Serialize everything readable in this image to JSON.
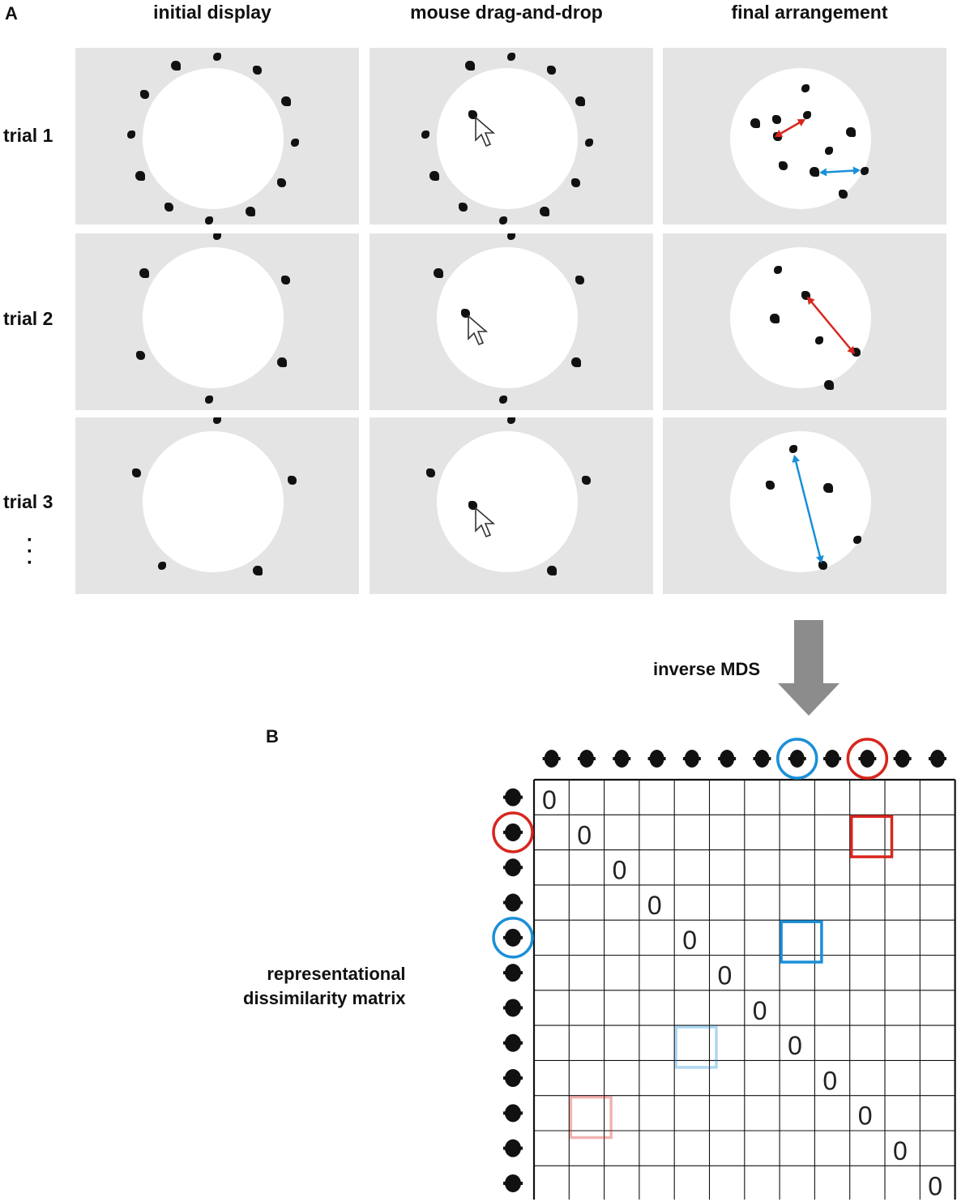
{
  "panel_labels": {
    "a": "A",
    "b": "B"
  },
  "column_headers": [
    "initial display",
    "mouse drag-and-drop",
    "final arrangement"
  ],
  "row_labels": [
    "trial 1",
    "trial 2",
    "trial 3"
  ],
  "continuation_mark": "⋮",
  "arrow_label": "inverse MDS",
  "matrix": {
    "title_lines": [
      "representational",
      "dissimilarity matrix"
    ],
    "size": 12,
    "diagonal_value": "0",
    "highlight_colors": {
      "red": "#d7261e",
      "blue": "#1a8fd8"
    }
  }
}
